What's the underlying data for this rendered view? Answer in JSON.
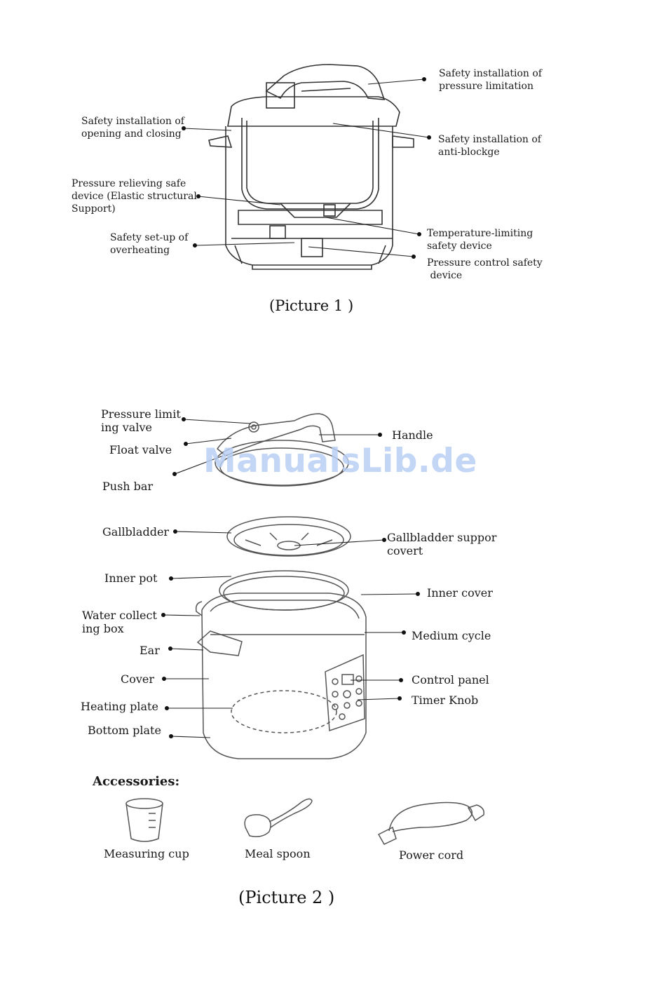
{
  "picture1": {
    "caption": "(Picture 1 )",
    "labels": {
      "pressure_limitation": "Safety installation of\npressure limitation",
      "opening_closing": "Safety installation of\nopening and closing",
      "anti_blockage": "Safety installation of\nanti-blockge",
      "pressure_relieving": "Pressure relieving safe\ndevice (Elastic structural\nSupport)",
      "temperature_limiting": "Temperature-limiting\nsafety device",
      "overheating": "Safety set-up of\noverheating",
      "pressure_control": "Pressure control safety\n device"
    }
  },
  "picture2": {
    "caption": "(Picture 2 )",
    "labels": {
      "pressure_limiting_valve": "Pressure limit\ning valve",
      "float_valve": "Float valve",
      "push_bar": "Push bar",
      "handle": "Handle",
      "gallbladder": "Gallbladder",
      "gallbladder_support": "Gallbladder suppor\ncovert",
      "inner_pot": "Inner pot",
      "inner_cover": "Inner cover",
      "water_collecting_box": "Water collect\ning box",
      "medium_cycle": "Medium cycle",
      "ear": "Ear",
      "cover": "Cover",
      "control_panel": "Control panel",
      "heating_plate": "Heating plate",
      "timer_knob": "Timer Knob",
      "bottom_plate": "Bottom plate"
    },
    "accessories": {
      "title": "Accessories:",
      "items": [
        "Measuring cup",
        "Meal spoon",
        "Power cord"
      ]
    }
  },
  "watermark": "ManualsLib.de"
}
